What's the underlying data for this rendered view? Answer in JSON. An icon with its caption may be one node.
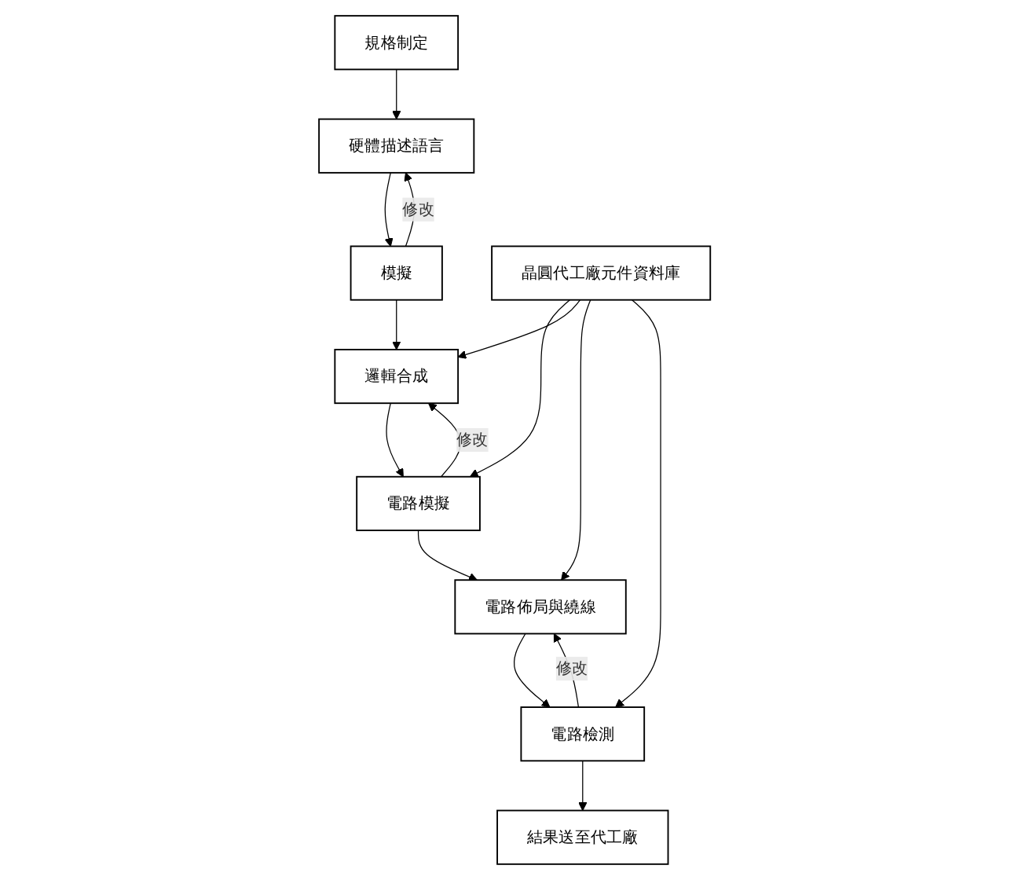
{
  "diagram": {
    "nodes": [
      {
        "text": [
          "規格制定"
        ]
      },
      {
        "text": [
          "硬體描述語言"
        ]
      },
      {
        "text": [
          "模擬"
        ]
      },
      {
        "text": [
          "電路模擬"
        ]
      },
      {
        "text": [
          "邏輯合成"
        ]
      },
      {
        "text": [
          "晶圓代工廠元件資料庫"
        ]
      },
      {
        "text": [
          "電路佈局與繞線"
        ]
      },
      {
        "text": [
          "電路檢測"
        ]
      },
      {
        "text": [
          "結果送至代工廠"
        ]
      }
    ],
    "edges": [
      {
        "from": 0,
        "to": 1,
        "arrow": "to"
      },
      {
        "from": 1,
        "to": 2,
        "arrow": "to"
      },
      {
        "from": 2,
        "to": 1,
        "arrow": "to",
        "label": "修改"
      },
      {
        "from": 2,
        "to": 4,
        "arrow": "to"
      },
      {
        "from": 4,
        "to": 3,
        "arrow": "to"
      },
      {
        "from": 3,
        "to": 4,
        "arrow": "to",
        "label": "修改"
      },
      {
        "from": 5,
        "to": 3,
        "arrow": "to"
      },
      {
        "from": 5,
        "to": 4,
        "arrow": "to"
      },
      {
        "from": 5,
        "to": 6,
        "arrow": "to"
      },
      {
        "from": 5,
        "to": 7,
        "arrow": "to"
      },
      {
        "from": 3,
        "to": 6,
        "arrow": "to"
      },
      {
        "from": 6,
        "to": 7,
        "arrow": "to"
      },
      {
        "from": 7,
        "to": 6,
        "arrow": "to",
        "label": "修改"
      },
      {
        "from": 7,
        "to": 8,
        "arrow": "to"
      }
    ]
  }
}
